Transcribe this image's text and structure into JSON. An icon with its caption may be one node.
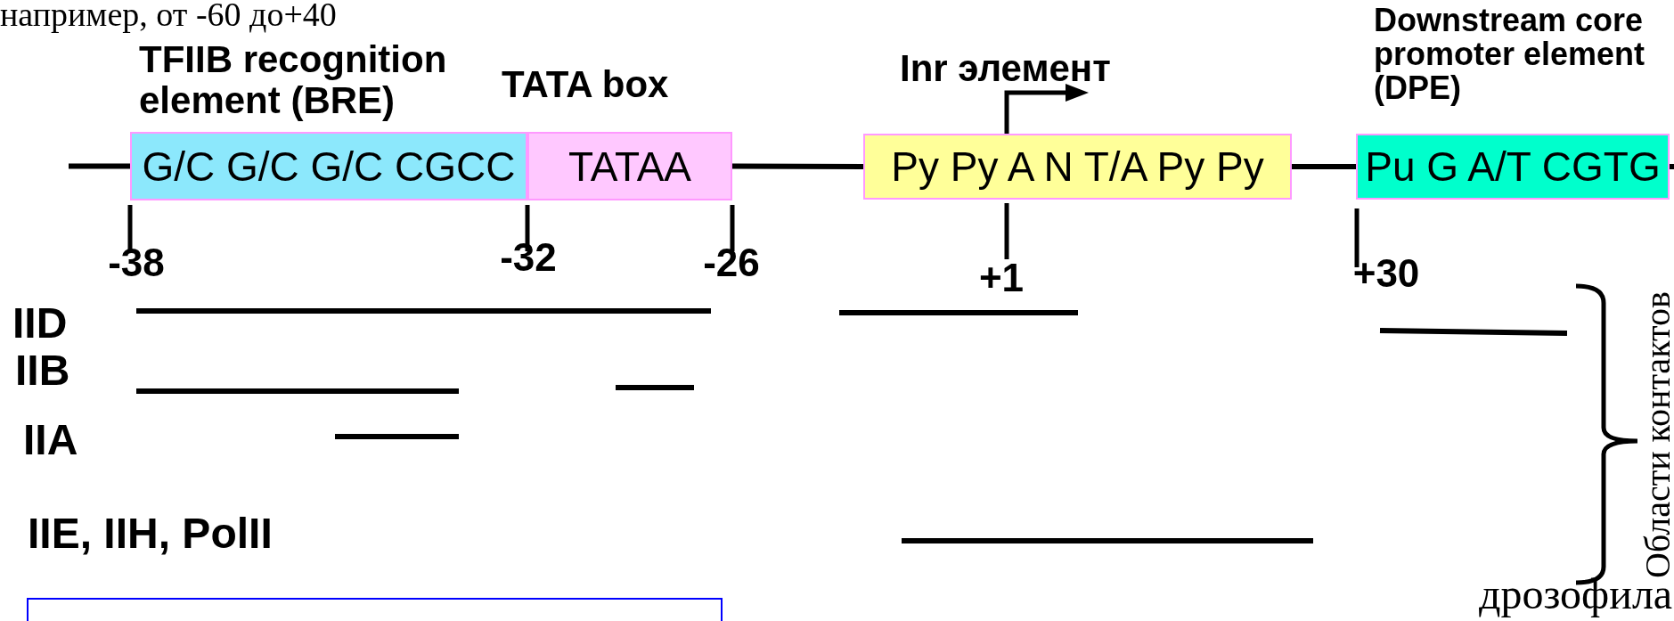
{
  "diagram": {
    "nodes": [
      {
        "text": [
          "TFIIB recognition element (BRE)",
          "G/C G/C G/C CGCC"
        ],
        "beside": [
          "-38"
        ]
      },
      {
        "text": [
          "TATA box",
          "TATAA"
        ],
        "beside": [
          "-32",
          "-26"
        ]
      },
      {
        "text": [
          "Inr элемент",
          "Py Py A N T/A Py Py"
        ],
        "beside": [
          "+1"
        ]
      },
      {
        "text": [
          "Downstream core promoter element (DPE)",
          "Pu G A/T CGTG"
        ],
        "beside": [
          "+30"
        ]
      },
      {
        "text": [],
        "shape": "box"
      }
    ],
    "edges": [
      {
        "from": null,
        "to": 0,
        "arrow": "none"
      },
      {
        "from": 1,
        "to": 2,
        "arrow": "none"
      },
      {
        "from": 2,
        "to": 3,
        "arrow": "none"
      },
      {
        "from": 3,
        "to": null,
        "arrow": "none"
      }
    ],
    "labels": [
      "например, от -60 до+40",
      "IID",
      "IIB",
      "IIA",
      "IIE, IIH, PolII",
      "Области контактов",
      "дрозофила"
    ]
  }
}
